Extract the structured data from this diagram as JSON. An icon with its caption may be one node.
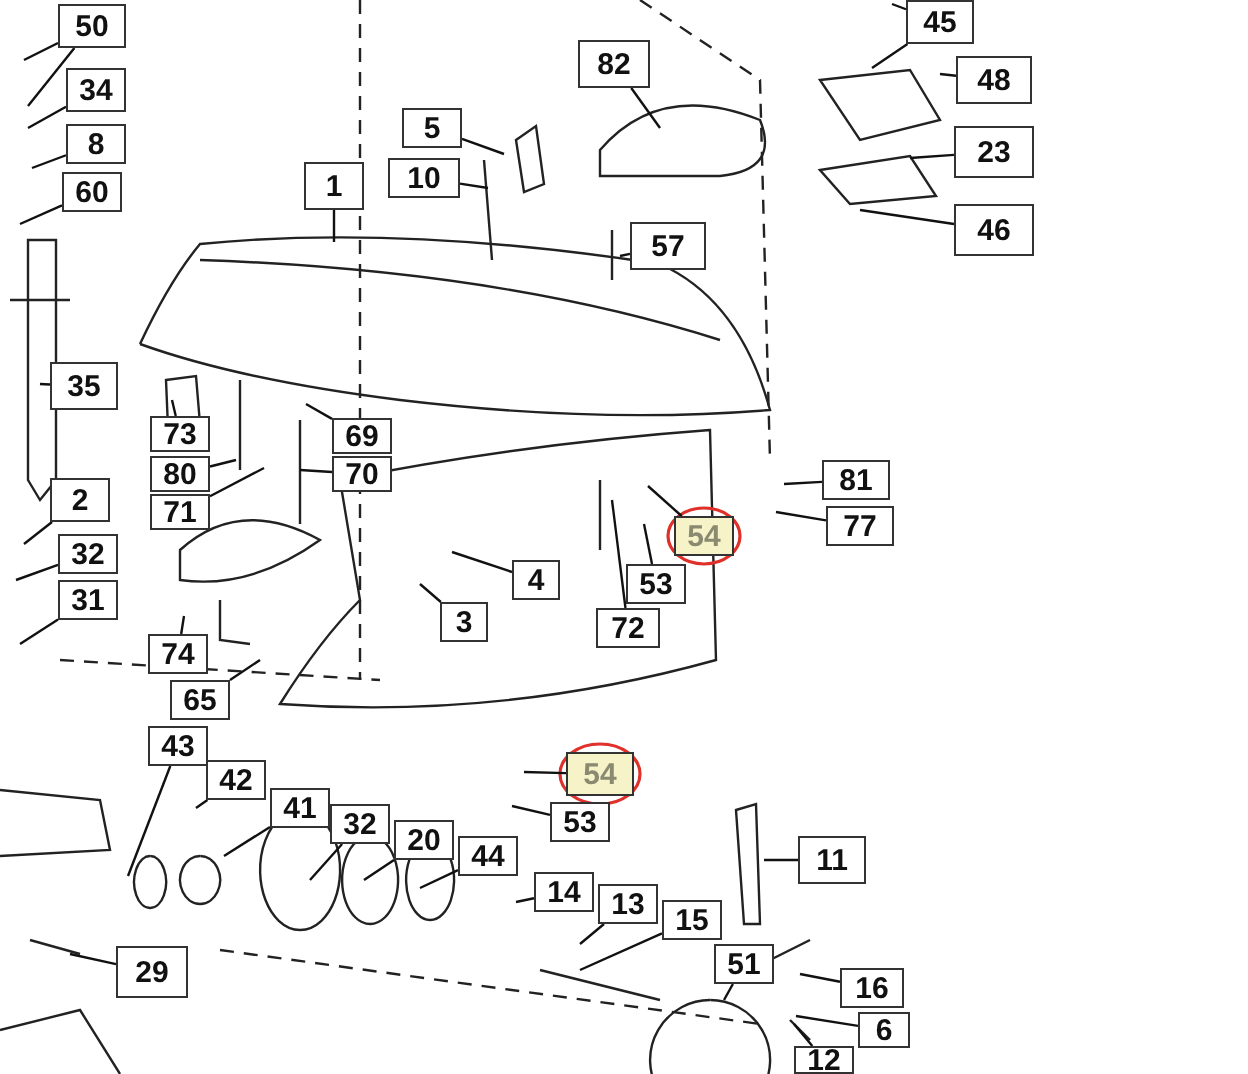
{
  "diagram": {
    "nodes": [
      {
        "text": [
          "50"
        ]
      },
      {
        "text": [
          "45"
        ]
      },
      {
        "text": [
          "82"
        ]
      },
      {
        "text": [
          "34"
        ]
      },
      {
        "text": [
          "48"
        ]
      },
      {
        "text": [
          "8"
        ]
      },
      {
        "text": [
          "5"
        ]
      },
      {
        "text": [
          "23"
        ]
      },
      {
        "text": [
          "60"
        ]
      },
      {
        "text": [
          "10"
        ]
      },
      {
        "text": [
          "1"
        ]
      },
      {
        "text": [
          "46"
        ]
      },
      {
        "text": [
          "57"
        ]
      },
      {
        "text": [
          "35"
        ]
      },
      {
        "text": [
          "73"
        ]
      },
      {
        "text": [
          "69"
        ]
      },
      {
        "text": [
          "80"
        ]
      },
      {
        "text": [
          "70"
        ]
      },
      {
        "text": [
          "2"
        ]
      },
      {
        "text": [
          "71"
        ]
      },
      {
        "text": [
          "81"
        ]
      },
      {
        "text": [
          "77"
        ]
      },
      {
        "text": [
          "32"
        ]
      },
      {
        "text": [
          "54"
        ]
      },
      {
        "text": [
          "31"
        ]
      },
      {
        "text": [
          "4"
        ]
      },
      {
        "text": [
          "53"
        ]
      },
      {
        "text": [
          "3"
        ]
      },
      {
        "text": [
          "72"
        ]
      },
      {
        "text": [
          "74"
        ]
      },
      {
        "text": [
          "65"
        ]
      },
      {
        "text": [
          "43"
        ]
      },
      {
        "text": [
          "42"
        ]
      },
      {
        "text": [
          "54"
        ]
      },
      {
        "text": [
          "41"
        ]
      },
      {
        "text": [
          "32"
        ]
      },
      {
        "text": [
          "53"
        ]
      },
      {
        "text": [
          "20"
        ]
      },
      {
        "text": [
          "44"
        ]
      },
      {
        "text": [
          "11"
        ]
      },
      {
        "text": [
          "14"
        ]
      },
      {
        "text": [
          "13"
        ]
      },
      {
        "text": [
          "15"
        ]
      },
      {
        "text": [
          "51"
        ]
      },
      {
        "text": [
          "29"
        ]
      },
      {
        "text": [
          "16"
        ]
      },
      {
        "text": [
          "6"
        ]
      },
      {
        "text": [
          "12"
        ]
      }
    ],
    "edges": [
      {
        "from": 0,
        "to": null,
        "arrow": "none"
      },
      {
        "from": 0,
        "to": null,
        "arrow": "none"
      },
      {
        "from": 1,
        "to": null,
        "arrow": "none"
      },
      {
        "from": 1,
        "to": null,
        "arrow": "none"
      },
      {
        "from": 2,
        "to": null,
        "arrow": "none"
      },
      {
        "from": 3,
        "to": null,
        "arrow": "none"
      },
      {
        "from": 4,
        "to": null,
        "arrow": "none"
      },
      {
        "from": 5,
        "to": null,
        "arrow": "none"
      },
      {
        "from": 6,
        "to": null,
        "arrow": "none"
      },
      {
        "from": 7,
        "to": null,
        "arrow": "none"
      },
      {
        "from": 8,
        "to": null,
        "arrow": "none"
      },
      {
        "from": 9,
        "to": null,
        "arrow": "none"
      },
      {
        "from": 10,
        "to": null,
        "arrow": "none"
      },
      {
        "from": 11,
        "to": null,
        "arrow": "none"
      },
      {
        "from": 12,
        "to": null,
        "arrow": "none"
      },
      {
        "from": 13,
        "to": null,
        "arrow": "none"
      },
      {
        "from": 14,
        "to": null,
        "arrow": "none"
      },
      {
        "from": 15,
        "to": null,
        "arrow": "none"
      },
      {
        "from": 16,
        "to": null,
        "arrow": "none"
      },
      {
        "from": 17,
        "to": null,
        "arrow": "none"
      },
      {
        "from": 18,
        "to": null,
        "arrow": "none"
      },
      {
        "from": 19,
        "to": null,
        "arrow": "none"
      },
      {
        "from": 20,
        "to": null,
        "arrow": "none"
      },
      {
        "from": 21,
        "to": null,
        "arrow": "none"
      },
      {
        "from": 22,
        "to": null,
        "arrow": "none"
      },
      {
        "from": 23,
        "to": null,
        "arrow": "none"
      },
      {
        "from": 24,
        "to": null,
        "arrow": "none"
      },
      {
        "from": 25,
        "to": null,
        "arrow": "none"
      },
      {
        "from": 26,
        "to": null,
        "arrow": "none"
      },
      {
        "from": 27,
        "to": null,
        "arrow": "none"
      },
      {
        "from": 28,
        "to": null,
        "arrow": "none"
      },
      {
        "from": 29,
        "to": null,
        "arrow": "none"
      },
      {
        "from": 30,
        "to": null,
        "arrow": "none"
      },
      {
        "from": 31,
        "to": null,
        "arrow": "none"
      },
      {
        "from": 32,
        "to": null,
        "arrow": "none"
      },
      {
        "from": 33,
        "to": null,
        "arrow": "none"
      },
      {
        "from": 34,
        "to": null,
        "arrow": "none"
      },
      {
        "from": 35,
        "to": null,
        "arrow": "none"
      },
      {
        "from": 36,
        "to": null,
        "arrow": "none"
      },
      {
        "from": 37,
        "to": null,
        "arrow": "none"
      },
      {
        "from": 38,
        "to": null,
        "arrow": "none"
      },
      {
        "from": 39,
        "to": null,
        "arrow": "none"
      },
      {
        "from": 40,
        "to": null,
        "arrow": "none"
      },
      {
        "from": 41,
        "to": null,
        "arrow": "none"
      },
      {
        "from": 42,
        "to": null,
        "arrow": "none"
      },
      {
        "from": 43,
        "to": null,
        "arrow": "none"
      },
      {
        "from": 44,
        "to": null,
        "arrow": "none"
      },
      {
        "from": 45,
        "to": null,
        "arrow": "none"
      },
      {
        "from": 46,
        "to": null,
        "arrow": "none"
      },
      {
        "from": 47,
        "to": null,
        "arrow": "none"
      }
    ]
  }
}
